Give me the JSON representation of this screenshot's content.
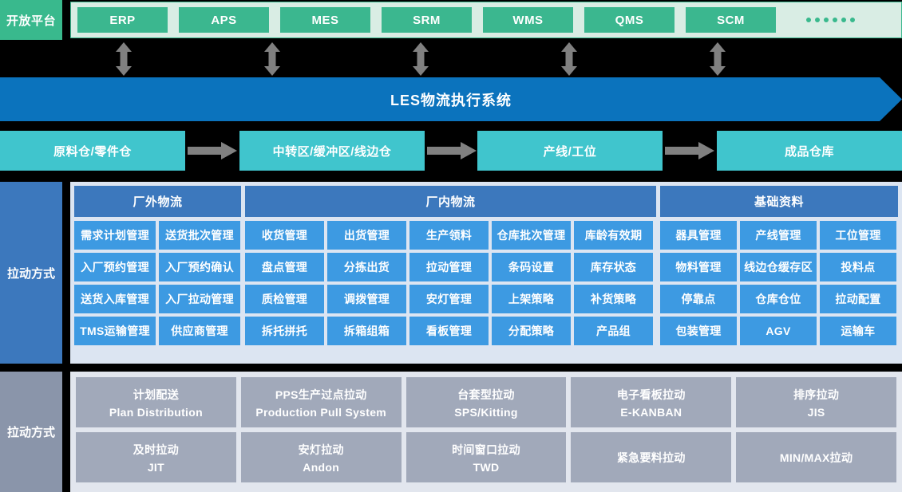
{
  "colors": {
    "green": "#39b98d",
    "green_panel": "#d9ede4",
    "blue_banner": "#0b73bd",
    "teal": "#40c5cd",
    "header_blue": "#3c78bd",
    "cell_blue": "#3d9ae2",
    "panel_blue": "#dce5f2",
    "gray_blue": "#8a95aa",
    "gray_cell": "#a1a9ba",
    "gray_panel": "#e2e6ee",
    "arrow_gray": "#808080"
  },
  "open_platform": {
    "label": "开放平台",
    "systems": [
      "ERP",
      "APS",
      "MES",
      "SRM",
      "WMS",
      "QMS",
      "SCM"
    ],
    "more": "••••••"
  },
  "banner": {
    "title": "LES物流执行系统"
  },
  "flow": {
    "steps": [
      "原料仓/零件仓",
      "中转区/缓冲区/线边仓",
      "产线/工位",
      "成品仓库"
    ]
  },
  "modules": {
    "label": "拉动方式",
    "groups": [
      {
        "title": "厂外物流",
        "rows": [
          [
            "需求计划管理",
            "送货批次管理"
          ],
          [
            "入厂预约管理",
            "入厂预约确认"
          ],
          [
            "送货入库管理",
            "入厂拉动管理"
          ],
          [
            "TMS运输管理",
            "供应商管理"
          ]
        ]
      },
      {
        "title": "厂内物流",
        "rows": [
          [
            "收货管理",
            "出货管理",
            "生产领料",
            "仓库批次管理",
            "库龄有效期"
          ],
          [
            "盘点管理",
            "分拣出货",
            "拉动管理",
            "条码设置",
            "库存状态"
          ],
          [
            "质检管理",
            "调拨管理",
            "安灯管理",
            "上架策略",
            "补货策略"
          ],
          [
            "拆托拼托",
            "拆箱组箱",
            "看板管理",
            "分配策略",
            "产品组"
          ]
        ]
      },
      {
        "title": "基础资料",
        "rows": [
          [
            "器具管理",
            "产线管理",
            "工位管理"
          ],
          [
            "物料管理",
            "线边仓缓存区",
            "投料点"
          ],
          [
            "停靠点",
            "仓库仓位",
            "拉动配置"
          ],
          [
            "包装管理",
            "AGV",
            "运输车"
          ]
        ]
      }
    ]
  },
  "pull_modes": {
    "label": "拉动方式",
    "rows": [
      [
        {
          "cn": "计划配送",
          "en": "Plan Distribution"
        },
        {
          "cn": "PPS生产过点拉动",
          "en": "Production Pull System"
        },
        {
          "cn": "台套型拉动",
          "en": "SPS/Kitting"
        },
        {
          "cn": "电子看板拉动",
          "en": "E-KANBAN"
        },
        {
          "cn": "排序拉动",
          "en": "JIS"
        }
      ],
      [
        {
          "cn": "及时拉动",
          "en": "JIT"
        },
        {
          "cn": "安灯拉动",
          "en": "Andon"
        },
        {
          "cn": "时间窗口拉动",
          "en": "TWD"
        },
        {
          "cn": "紧急要料拉动",
          "en": ""
        },
        {
          "cn": "MIN/MAX拉动",
          "en": ""
        }
      ]
    ]
  }
}
